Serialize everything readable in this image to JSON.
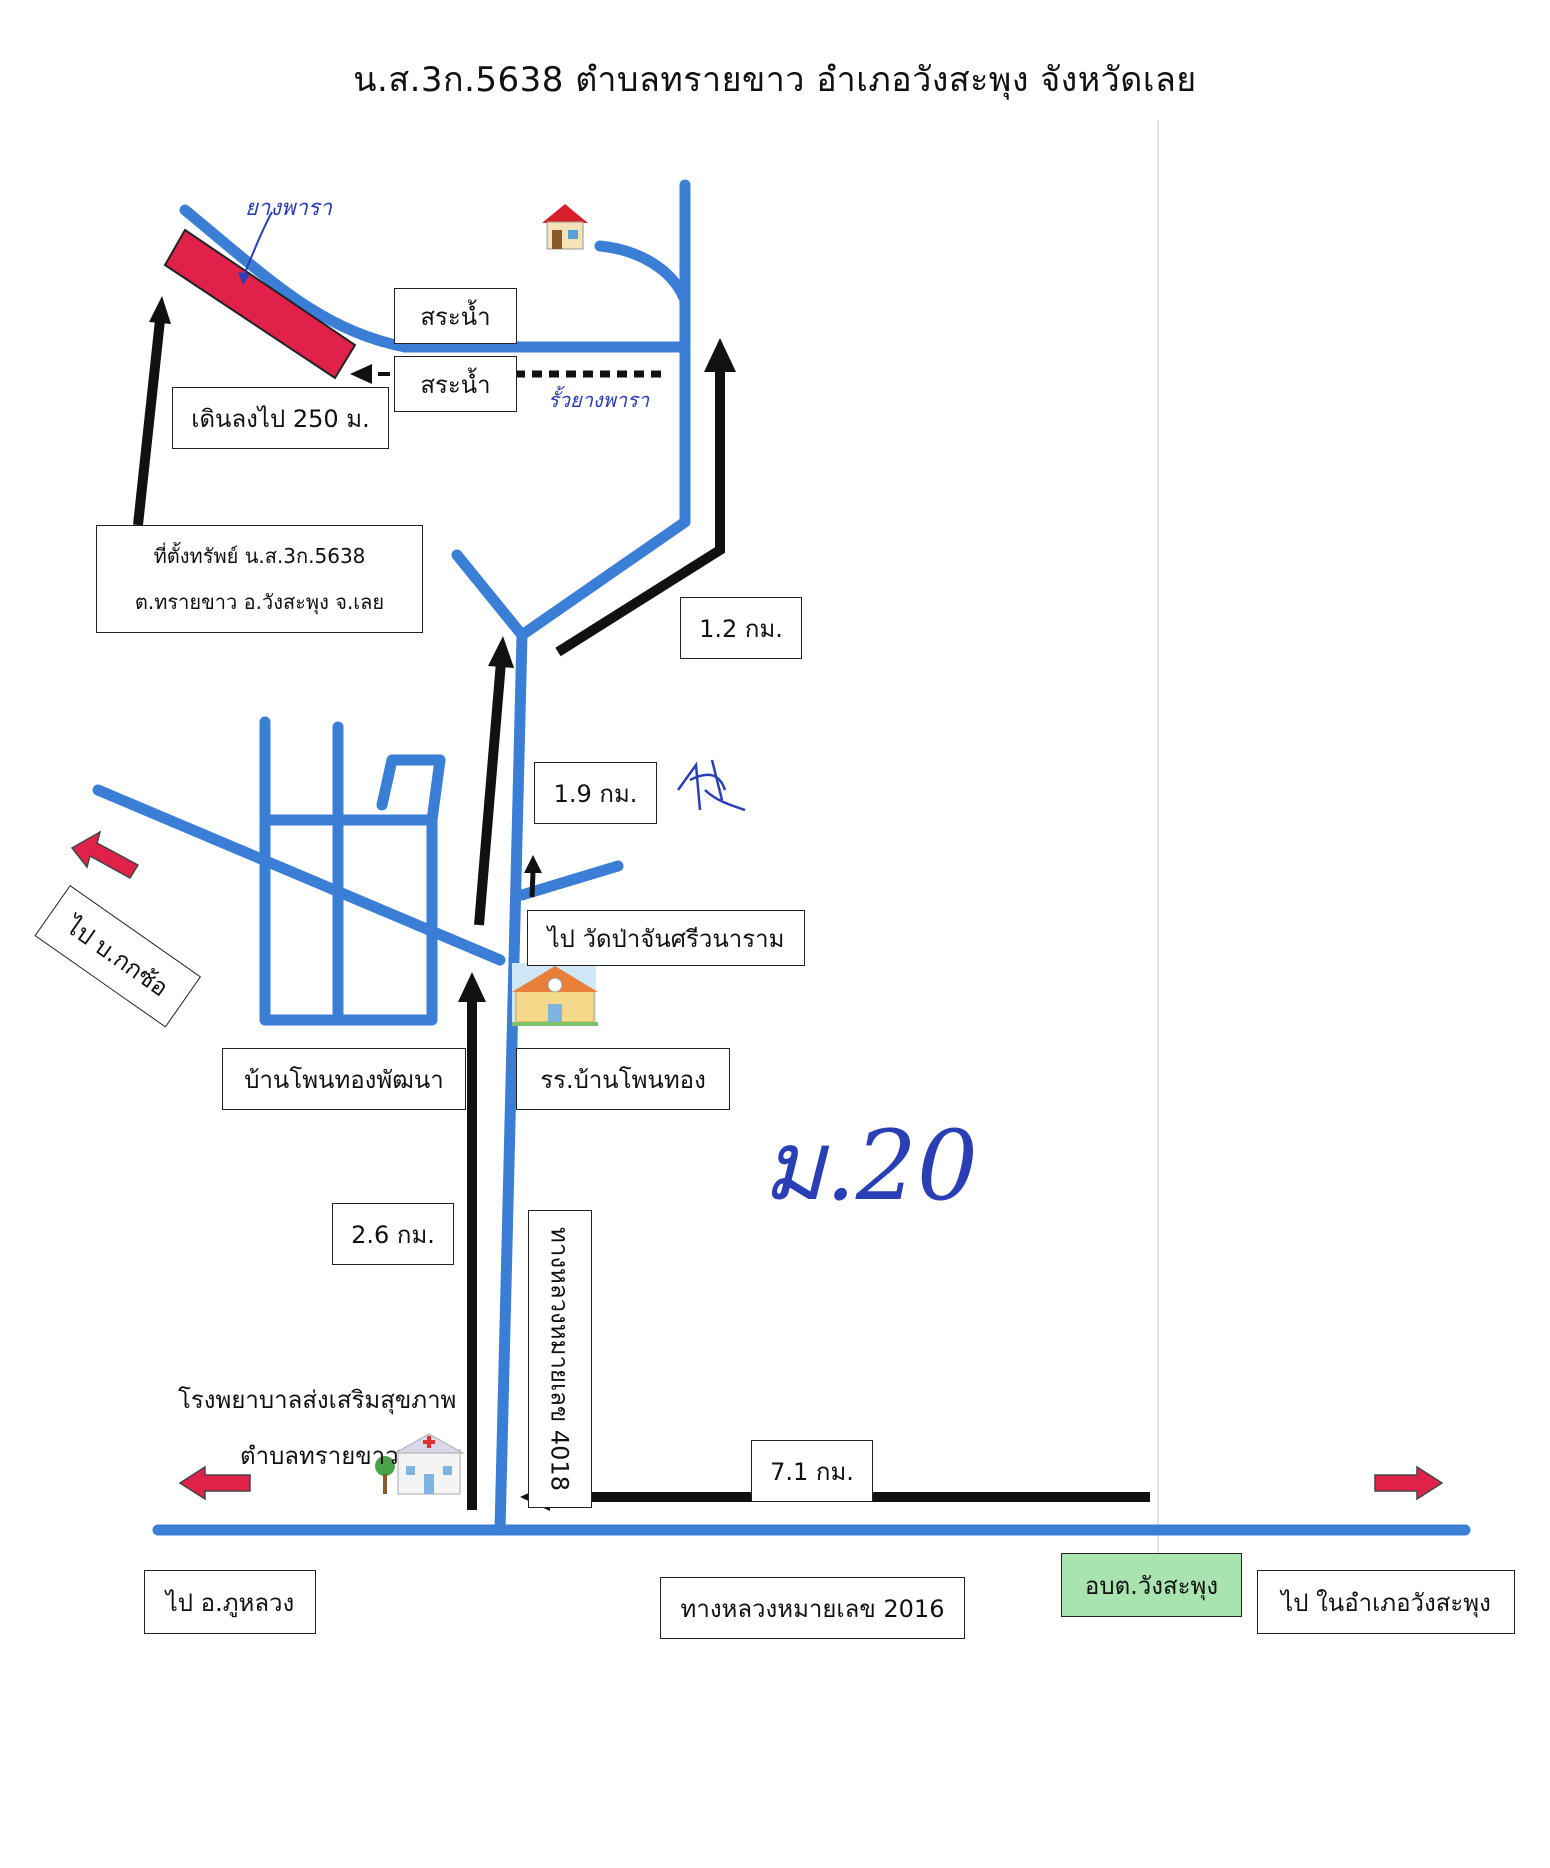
{
  "title": "น.ส.3ก.5638  ตำบลทรายขาว  อำเภอวังสะพุง  จังหวัดเลย",
  "labels": {
    "pond_upper": "สระน้ำ",
    "pond_lower": "สระน้ำ",
    "walk_down": "เดินลงไป 250 ม.",
    "property_line1": "ที่ตั้งทรัพย์ น.ส.3ก.5638",
    "property_line2": "ต.ทรายขาว  อ.วังสะพุง  จ.เลย",
    "dist_12": "1.2 กม.",
    "dist_19": "1.9 กม.",
    "to_temple": "ไป วัดป่าจันศรีวนาราม",
    "to_kok_so": "ไป บ.กกซ้อ",
    "village": "บ้านโพนทองพัฒนา",
    "school": "รร.บ้านโพนทอง",
    "dist_26": "2.6 กม.",
    "highway_4018": "ทางหลวงหมายเลข 4018",
    "dist_71": "7.1 กม.",
    "hospital_line1": "โรงพยาบาลส่งเสริมสุขภาพ",
    "hospital_line2": "ตำบลทรายขาว",
    "to_phu_luang": "ไป อ.ภูหลวง",
    "highway_2016": "ทางหลวงหมายเลข 2016",
    "sao": "อบต.วังสะพุง",
    "to_wang_saphung": "ไป ในอำเภอวังสะพุง"
  },
  "handwriting": {
    "parcel_note": "ยางพารา",
    "boundary_note": "รั้วยางพารา",
    "number_note": "ม.20"
  },
  "icons": [
    "house-icon",
    "school-icon",
    "hospital-icon",
    "direction-arrow-icon"
  ],
  "colors": {
    "road": "#3a7fd5",
    "parcel": "#e0224a",
    "direction_arrow": "#e0224a",
    "route_arrow": "#111111",
    "sao_box": "#a9e3b0",
    "handwriting": "#2a3fb5"
  }
}
